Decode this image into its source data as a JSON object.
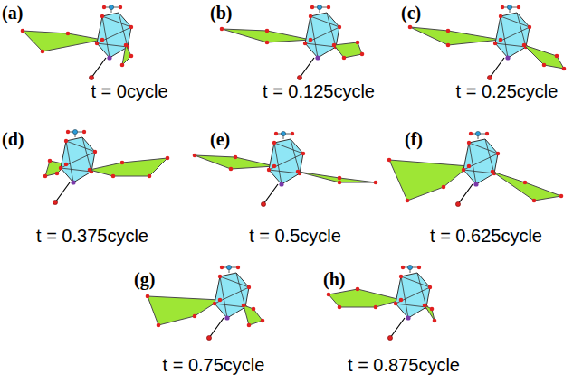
{
  "diagram": {
    "labels": [
      "(a)",
      "t = 0cycle",
      "(b)",
      "t = 0.125cycle",
      "(c)",
      "t = 0.25cycle",
      "(d)",
      "t = 0.375cycle",
      "(e)",
      "t = 0.5cycle",
      "(f)",
      "t = 0.625cycle",
      "(g)",
      "t = 0.75cycle",
      "(h)",
      "t = 0.875cycle"
    ]
  }
}
